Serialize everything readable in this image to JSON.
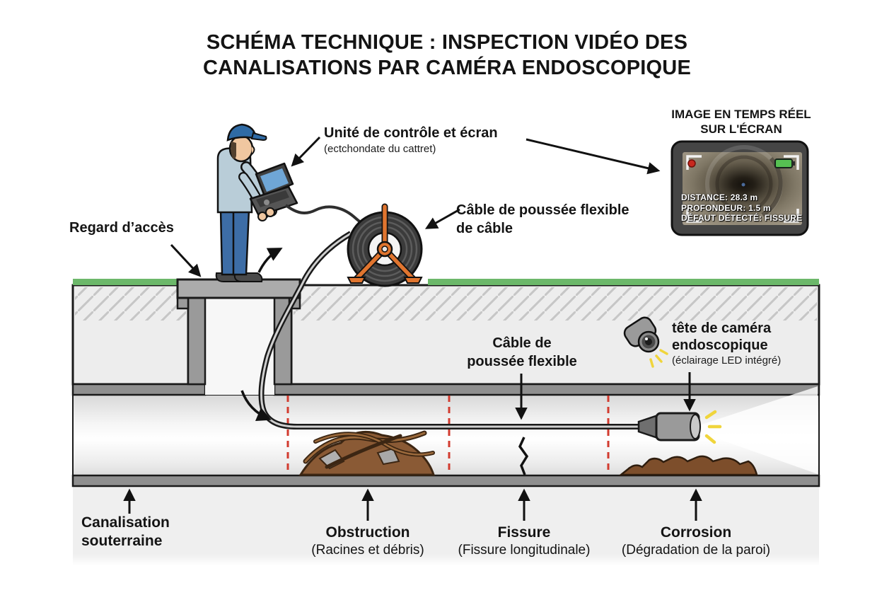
{
  "title": {
    "line1": "SCHÉMA TECHNIQUE : INSPECTION VIDÉO DES",
    "line2": "CANALISATIONS PAR CAMÉRA ENDOSCOPIQUE"
  },
  "monitor": {
    "heading_line1": "IMAGE EN TEMPS RÉEL",
    "heading_line2": "SUR L'ÉCRAN",
    "overlay": {
      "distance": "DISTANCE: 28.3 m",
      "depth": "PROFONDEUR: 1.5 m",
      "defect": "DÉFAUT DÉTECTÉ: FISSURE"
    },
    "icons": [
      "record-dot-icon",
      "battery-icon",
      "viewfinder-brackets-icon"
    ]
  },
  "labels": {
    "access_manhole": "Regard d’accès",
    "control_unit": {
      "main": "Unité de contrôle et écran",
      "sub": "(ectchondate du cattret)"
    },
    "reel_cable": {
      "line1": "Câble de poussée flexible",
      "line2": "de câble"
    },
    "push_cable": {
      "line1": "Câble de",
      "line2": "poussée flexible"
    },
    "camera_head": {
      "line1": "tête de caméra",
      "line2": "endoscopique",
      "sub": "(éclairage LED intégré)"
    },
    "pipe": {
      "line1": "Canalisation",
      "line2": "souterraine"
    },
    "obstruction": {
      "main": "Obstruction",
      "sub": "(Racines et débris)"
    },
    "fissure": {
      "main": "Fissure",
      "sub": "(Fissure longitudinale)"
    },
    "corrosion": {
      "main": "Corrosion",
      "sub": "(Dégradation de la paroi)"
    }
  },
  "colors": {
    "grass_green": "#6cb86a",
    "frame_orange": "#e0752f",
    "defect_dash_red": "#d23b2f",
    "led_yellow": "#f0d53c",
    "record_red": "#c8281e",
    "battery_green": "#56c152",
    "soil_gray": "#ededed",
    "wall_gray": "#8f8f8f",
    "cable_dark": "#1a1a1a"
  }
}
